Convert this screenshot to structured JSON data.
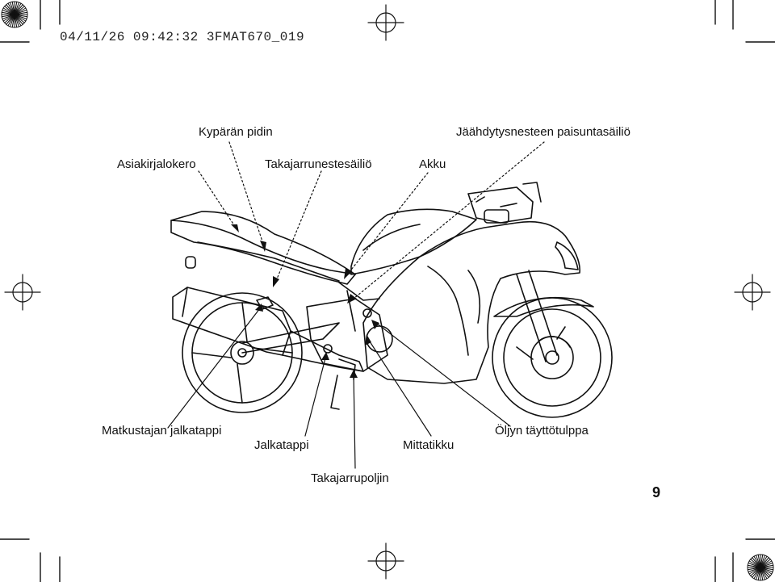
{
  "header": {
    "text": "04/11/26 09:42:32 3FMAT670_019"
  },
  "labels": {
    "kyparan_pidin": "Kypärän pidin",
    "asiakirjalokero": "Asiakirjalokero",
    "takajarrunestesailio": "Takajarrunestesäiliö",
    "akku": "Akku",
    "jaahdytysnesteen": "Jäähdytysnesteen paisuntasäiliö",
    "matkustajan_jalkatappi": "Matkustajan jalkatappi",
    "jalkatappi": "Jalkatappi",
    "takajarrupoljin": "Takajarrupoljin",
    "mittatikku": "Mittatikku",
    "oljyn_tayttotulppa": "Öljyn täyttötulppa"
  },
  "page_number": "9",
  "colors": {
    "line": "#111111",
    "background": "#ffffff"
  }
}
